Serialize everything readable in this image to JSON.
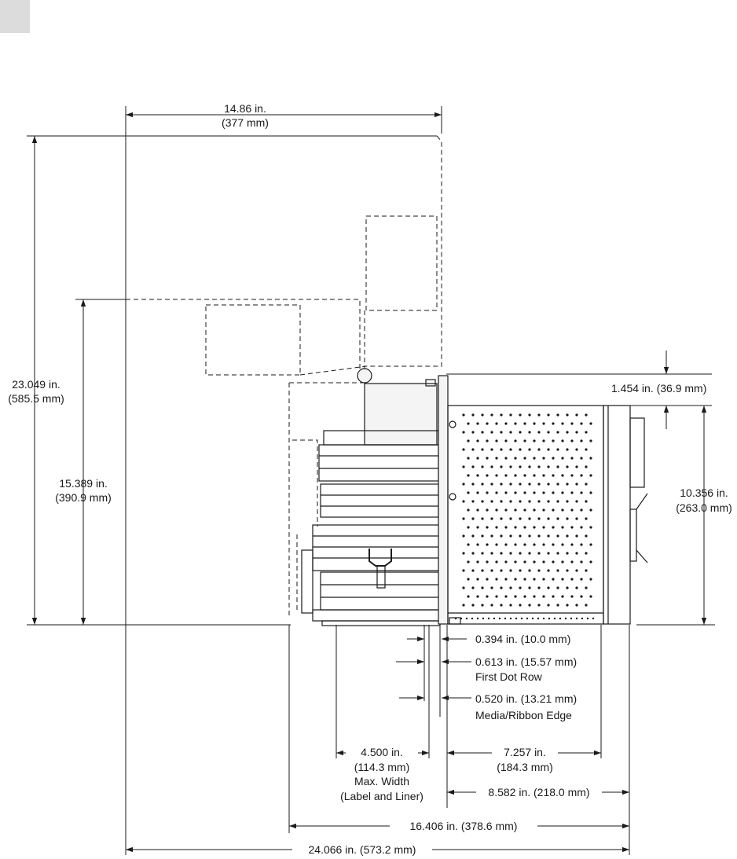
{
  "dimensions": {
    "top_width_in": "14.86 in.",
    "top_width_mm": "(377 mm)",
    "total_height_in": "23.049 in.",
    "total_height_mm": "(585.5 mm)",
    "open_height_in": "15.389 in.",
    "open_height_mm": "(390.9 mm)",
    "top_gap": "1.454 in. (36.9 mm)",
    "body_height_in": "10.356 in.",
    "body_height_mm": "(263.0 mm)",
    "offset_a": "0.394 in. (10.0 mm)",
    "offset_b": "0.613 in. (15.57 mm)",
    "offset_b_note": "First Dot Row",
    "offset_c": "0.520 in. (13.21 mm)",
    "offset_c_note": "Media/Ribbon Edge",
    "max_width_in": "4.500 in.",
    "max_width_mm": "(114.3 mm)",
    "max_width_note1": "Max. Width",
    "max_width_note2": "(Label and Liner)",
    "body_depth_in": "7.257 in.",
    "body_depth_mm": "(184.3 mm)",
    "depth_2": "8.582 in. (218.0 mm)",
    "depth_3": "16.406 in. (378.6 mm)",
    "depth_4": "24.066 in. (573.2 mm)"
  }
}
